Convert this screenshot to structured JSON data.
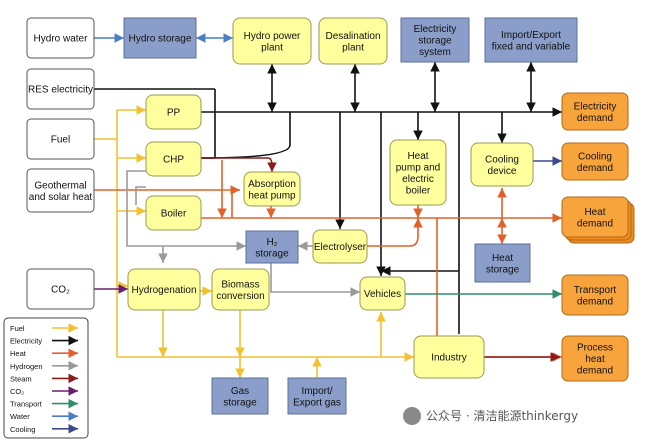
{
  "sources": {
    "hydro_water": [
      "Hydro water"
    ],
    "res_electricity": [
      "RES electricity"
    ],
    "fuel": [
      "Fuel"
    ],
    "geothermal": [
      "Geothermal",
      "and solar heat"
    ],
    "co2": [
      "CO₂"
    ]
  },
  "storages": {
    "hydro_storage": [
      "Hydro storage"
    ],
    "electricity_storage": [
      "Electricity",
      "storage",
      "system"
    ],
    "import_export": [
      "Import/Export",
      "fixed and variable"
    ],
    "h2_storage": [
      "H₂",
      "storage"
    ],
    "heat_storage": [
      "Heat",
      "storage"
    ],
    "gas_storage": [
      "Gas",
      "storage"
    ],
    "import_export_gas": [
      "Import/",
      "Export gas"
    ]
  },
  "converters": {
    "hydro_power_plant": [
      "Hydro power",
      "plant"
    ],
    "desalination_plant": [
      "Desalination",
      "plant"
    ],
    "pp": [
      "PP"
    ],
    "chp": [
      "CHP"
    ],
    "boiler": [
      "Boiler"
    ],
    "absorption_heat_pump": [
      "Absorption",
      "heat pump"
    ],
    "heat_pump_electric_boiler": [
      "Heat",
      "pump and",
      "electric",
      "boiler"
    ],
    "cooling_device": [
      "Cooling",
      "device"
    ],
    "electrolyser": [
      "Electrolyser"
    ],
    "hydrogenation": [
      "Hydrogenation"
    ],
    "biomass_conversion": [
      "Biomass",
      "conversion"
    ],
    "vehicles": [
      "Vehicles"
    ],
    "industry": [
      "Industry"
    ]
  },
  "demands": {
    "electricity_demand": [
      "Electricity",
      "demand"
    ],
    "cooling_demand": [
      "Cooling",
      "demand"
    ],
    "heat_demand": [
      "Heat",
      "demand"
    ],
    "transport_demand": [
      "Transport",
      "demand"
    ],
    "process_heat_demand": [
      "Process",
      "heat",
      "demand"
    ]
  },
  "legend": [
    {
      "label": "Fuel",
      "color": "#f2c12e"
    },
    {
      "label": "Electricity",
      "color": "#111111"
    },
    {
      "label": "Heat",
      "color": "#e0622a"
    },
    {
      "label": "Hydrogen",
      "color": "#9a9a9a"
    },
    {
      "label": "Steam",
      "color": "#8e1b1b"
    },
    {
      "label": "CO₂",
      "color": "#6a1f6e"
    },
    {
      "label": "Transport",
      "color": "#2f8f6b"
    },
    {
      "label": "Water",
      "color": "#4a7fc1"
    },
    {
      "label": "Cooling",
      "color": "#3b4a8a"
    }
  ],
  "watermark": "公众号 · 清洁能源thinkergy",
  "colors": {
    "source_fill": "#ffffff",
    "storage_fill": "#8a9ec9",
    "converter_fill": "#ffff9e",
    "demand_fill": "#f7a43c"
  }
}
